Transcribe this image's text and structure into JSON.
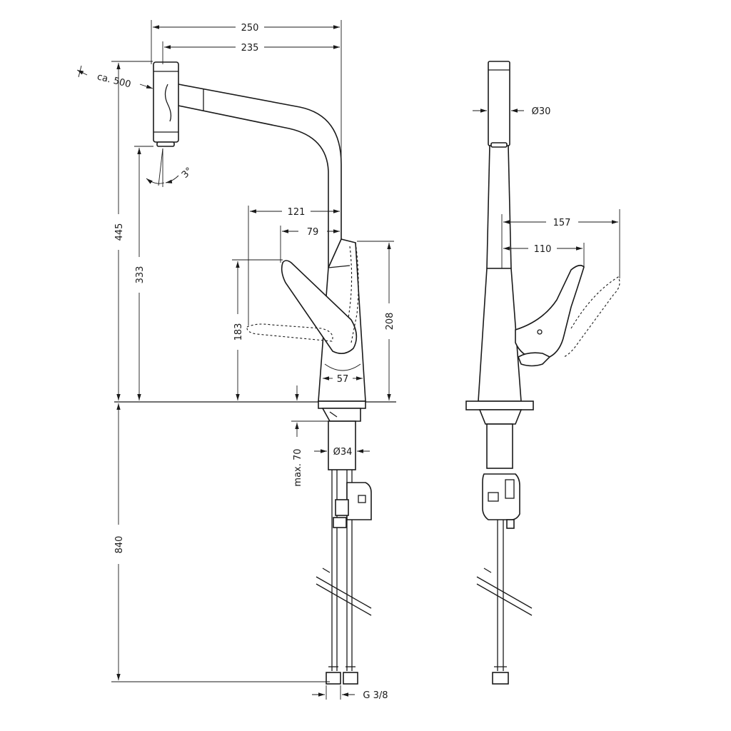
{
  "dimensions": {
    "d250": "250",
    "d235": "235",
    "ca500": "ca. 500",
    "d3deg": "3°",
    "d445": "445",
    "d333": "333",
    "d121": "121",
    "d79": "79",
    "d183": "183",
    "d208": "208",
    "d57": "57",
    "d840": "840",
    "max70": "max. 70",
    "dia34": "Ø34",
    "g38": "G 3/8",
    "dia30": "Ø30",
    "d157": "157",
    "d110": "110"
  }
}
